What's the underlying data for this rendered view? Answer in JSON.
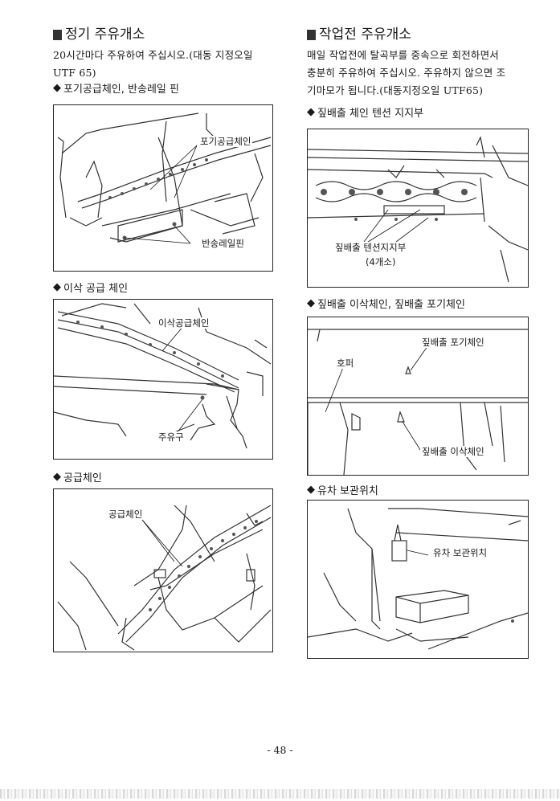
{
  "left": {
    "title": "정기 주유개소",
    "para_line1": "20시간마다 주유하여 주십시오.(대동 지정오일",
    "para_line2": "UTF 65)",
    "sections": [
      {
        "title": "포기공급체인, 반송레일 핀",
        "labels": [
          "포기공급체인",
          "반송레일핀"
        ]
      },
      {
        "title": "이삭 공급 체인",
        "labels": [
          "이삭공급체인",
          "주유구"
        ]
      },
      {
        "title": "공급체인",
        "labels": [
          "공급체인"
        ]
      }
    ]
  },
  "right": {
    "title": "작업전 주유개소",
    "para_line1": "매일 작업전에 탈곡부를 중속으로  회전하면서",
    "para_line2": "충분히 주유하여 주십시오.  주유하지 않으면 조",
    "para_line3": "기마모가 됩니다.(대동지정오일 UTF65)",
    "sections": [
      {
        "title": "짚배출 체인 텐션 지지부",
        "labels": [
          "짚배출 텐션지지부",
          "(4개소)"
        ]
      },
      {
        "title": "짚배출 이삭체인,  짚배출 포기체인",
        "labels": [
          "짚배출 포기체인",
          "호퍼",
          "짚배출 이삭체인"
        ]
      },
      {
        "title": "유차 보관위치",
        "labels": [
          "유차 보관위치"
        ]
      }
    ]
  },
  "page_number": "- 48 -"
}
